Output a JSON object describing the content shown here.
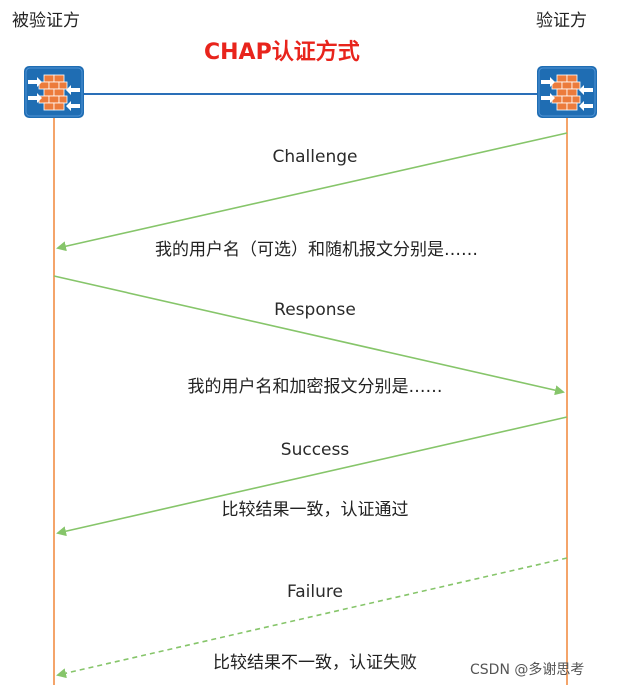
{
  "parties": {
    "left_label": "被验证方",
    "right_label": "验证方"
  },
  "title": "CHAP认证方式",
  "icons": {
    "left": "firewall-icon",
    "right": "firewall-icon"
  },
  "colors": {
    "title": "#e8241c",
    "lifeline": "#f4a46a",
    "link": "#2a6fb8",
    "arrow": "#86c56a",
    "device_bg": "#1f6db3",
    "brick": "#ec7b3c"
  },
  "messages": [
    {
      "label": "Challenge",
      "description": "我的用户名（可选）和随机报文分别是……",
      "direction": "to-left",
      "style": "solid"
    },
    {
      "label": "Response",
      "description": "我的用户名和加密报文分别是……",
      "direction": "to-right",
      "style": "solid"
    },
    {
      "label": "Success",
      "description": "比较结果一致，认证通过",
      "direction": "to-left",
      "style": "solid"
    },
    {
      "label": "Failure",
      "description": "比较结果不一致，认证失败",
      "direction": "to-left",
      "style": "dashed"
    }
  ],
  "watermark": "CSDN @多谢思考"
}
